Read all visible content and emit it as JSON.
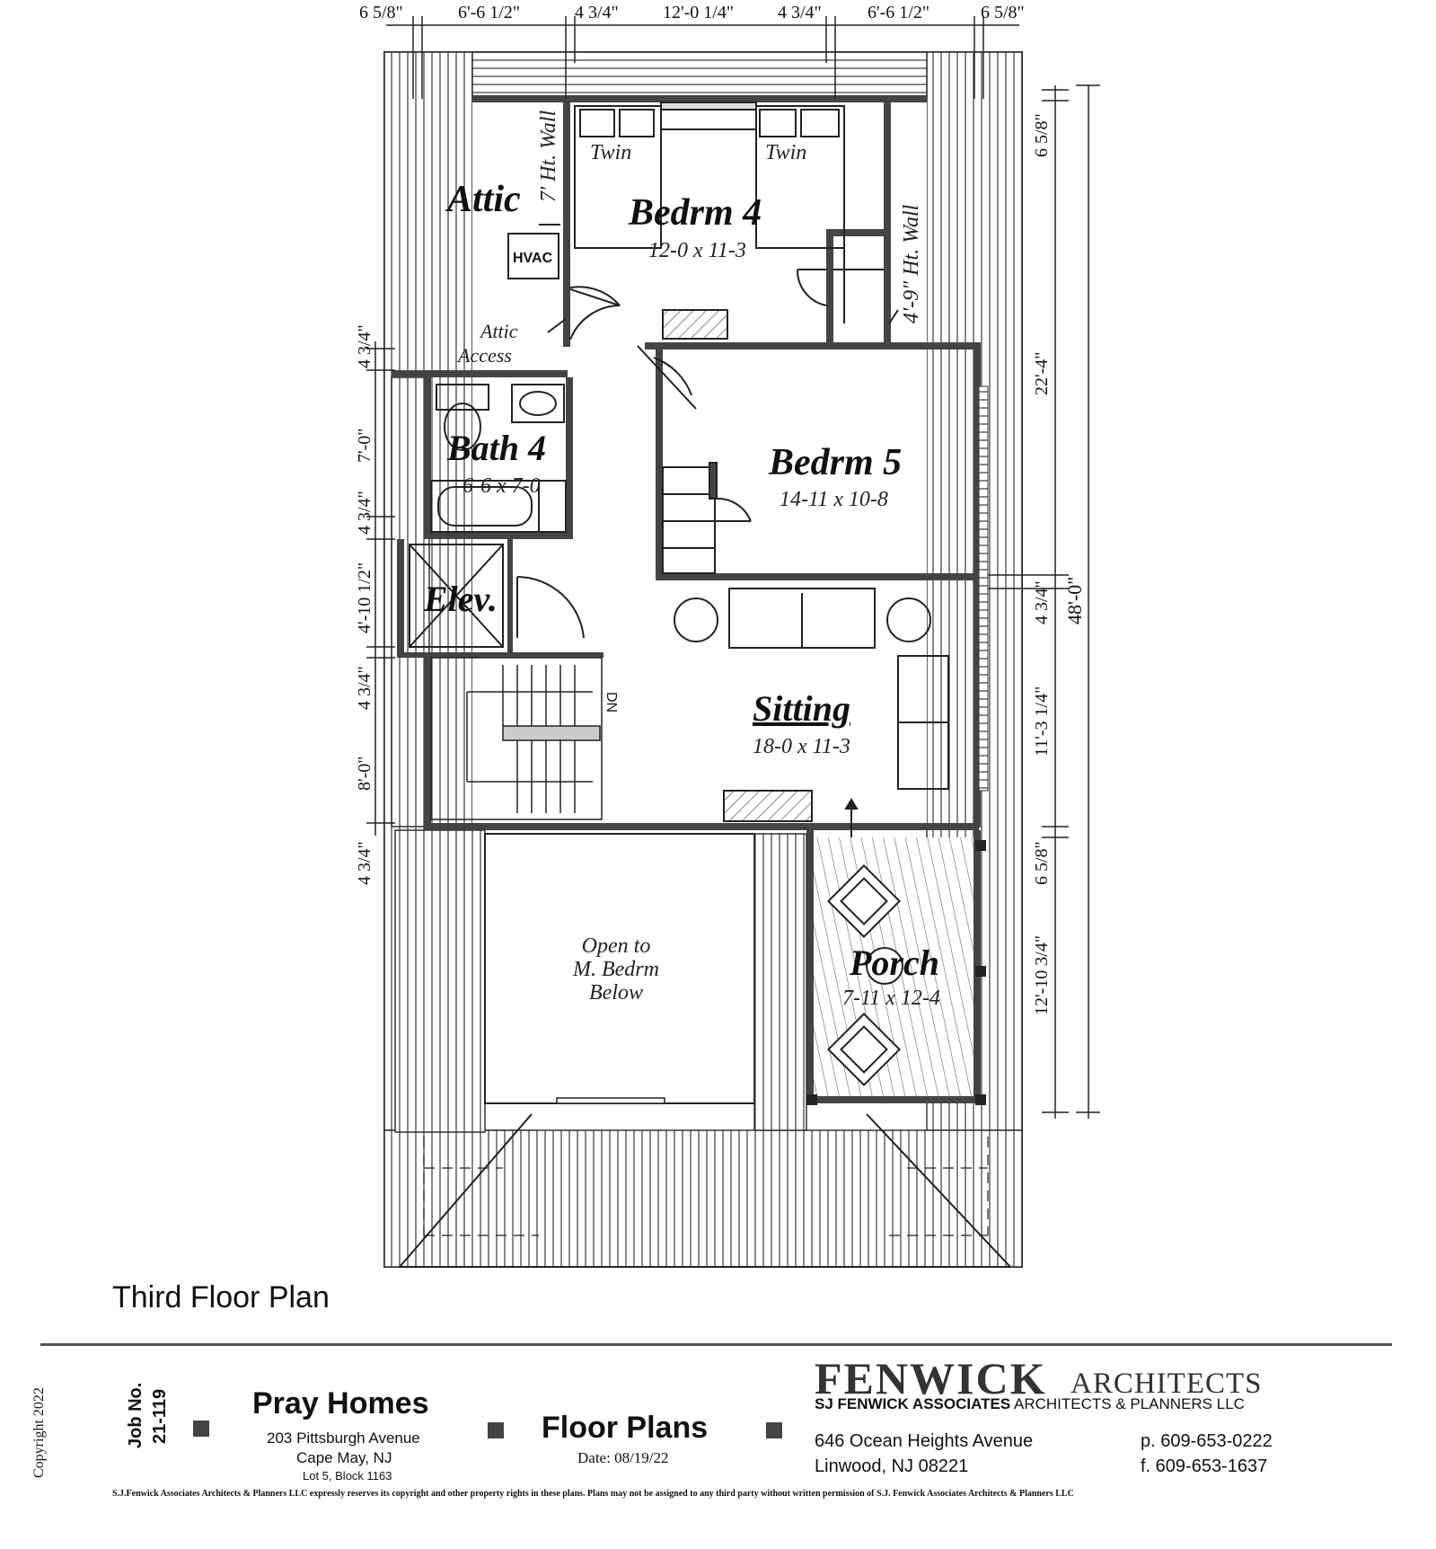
{
  "rooms": {
    "attic": {
      "label": "Attic"
    },
    "hvac": {
      "label": "HVAC"
    },
    "attic_access": {
      "line1": "Attic",
      "line2": "Access"
    },
    "bed4": {
      "label": "Bedrm 4",
      "dims": "12-0 x 11-3",
      "bed_left": "Twin",
      "bed_right": "Twin"
    },
    "bed5": {
      "label": "Bedrm 5",
      "dims": "14-11 x 10-8"
    },
    "bath4": {
      "label": "Bath 4",
      "dims": "6-6 x 7-0"
    },
    "elev": {
      "label": "Elev."
    },
    "sitting": {
      "label": "Sitting",
      "dims": "18-0 x 11-3"
    },
    "porch": {
      "label": "Porch",
      "dims": "7-11 x 12-4"
    },
    "open": {
      "line1": "Open to",
      "line2": "M. Bedrm",
      "line3": "Below"
    },
    "stair_dn": "DN"
  },
  "notes": {
    "wall_7ft": "7' Ht. Wall",
    "wall_4_9": "4'-9\" Ht. Wall"
  },
  "dimensions": {
    "top": [
      "6 5/8\"",
      "6'-6 1/2\"",
      "4 3/4\"",
      "12'-0 1/4\"",
      "4 3/4\"",
      "6'-6 1/2\"",
      "6 5/8\""
    ],
    "left": [
      "4 3/4\"",
      "7'-0\"",
      "4 3/4\"",
      "4'-10 1/2\"",
      "4 3/4\"",
      "8'-0\"",
      "4 3/4\""
    ],
    "right_inner": [
      "6 5/8\"",
      "4 3/4\"",
      "11'-3 1/4\"",
      "6 5/8\"",
      "12'-10 3/4\""
    ],
    "right_mid": "22'-4\"",
    "right_outer": "48'-0\""
  },
  "plan_title": "Third Floor Plan",
  "title_block": {
    "copyright": "Copyright 2022",
    "job_label": "Job No.",
    "job_no": "21-119",
    "project": "Pray Homes",
    "address1": "203 Pittsburgh Avenue",
    "address2": "Cape May, NJ",
    "lot": "Lot 5, Block 1163",
    "sheet": "Floor Plans",
    "date": "Date: 08/19/22",
    "firm_big": "FENWICK",
    "firm_word": "ARCHITECTS",
    "firm_sub_bold": "SJ FENWICK ASSOCIATES",
    "firm_sub": "ARCHITECTS & PLANNERS LLC",
    "firm_addr1": "646 Ocean Heights Avenue",
    "firm_addr2": "Linwood, NJ 08221",
    "phone": "p. 609-653-0222",
    "fax": "f.  609-653-1637",
    "disclaimer": "S.J.Fenwick Associates Architects & Planners LLC expressly reserves its copyright and other property rights in these plans. Plans may not be assigned to any third party without written permission of S.J. Fenwick Associates Architects & Planners LLC"
  }
}
